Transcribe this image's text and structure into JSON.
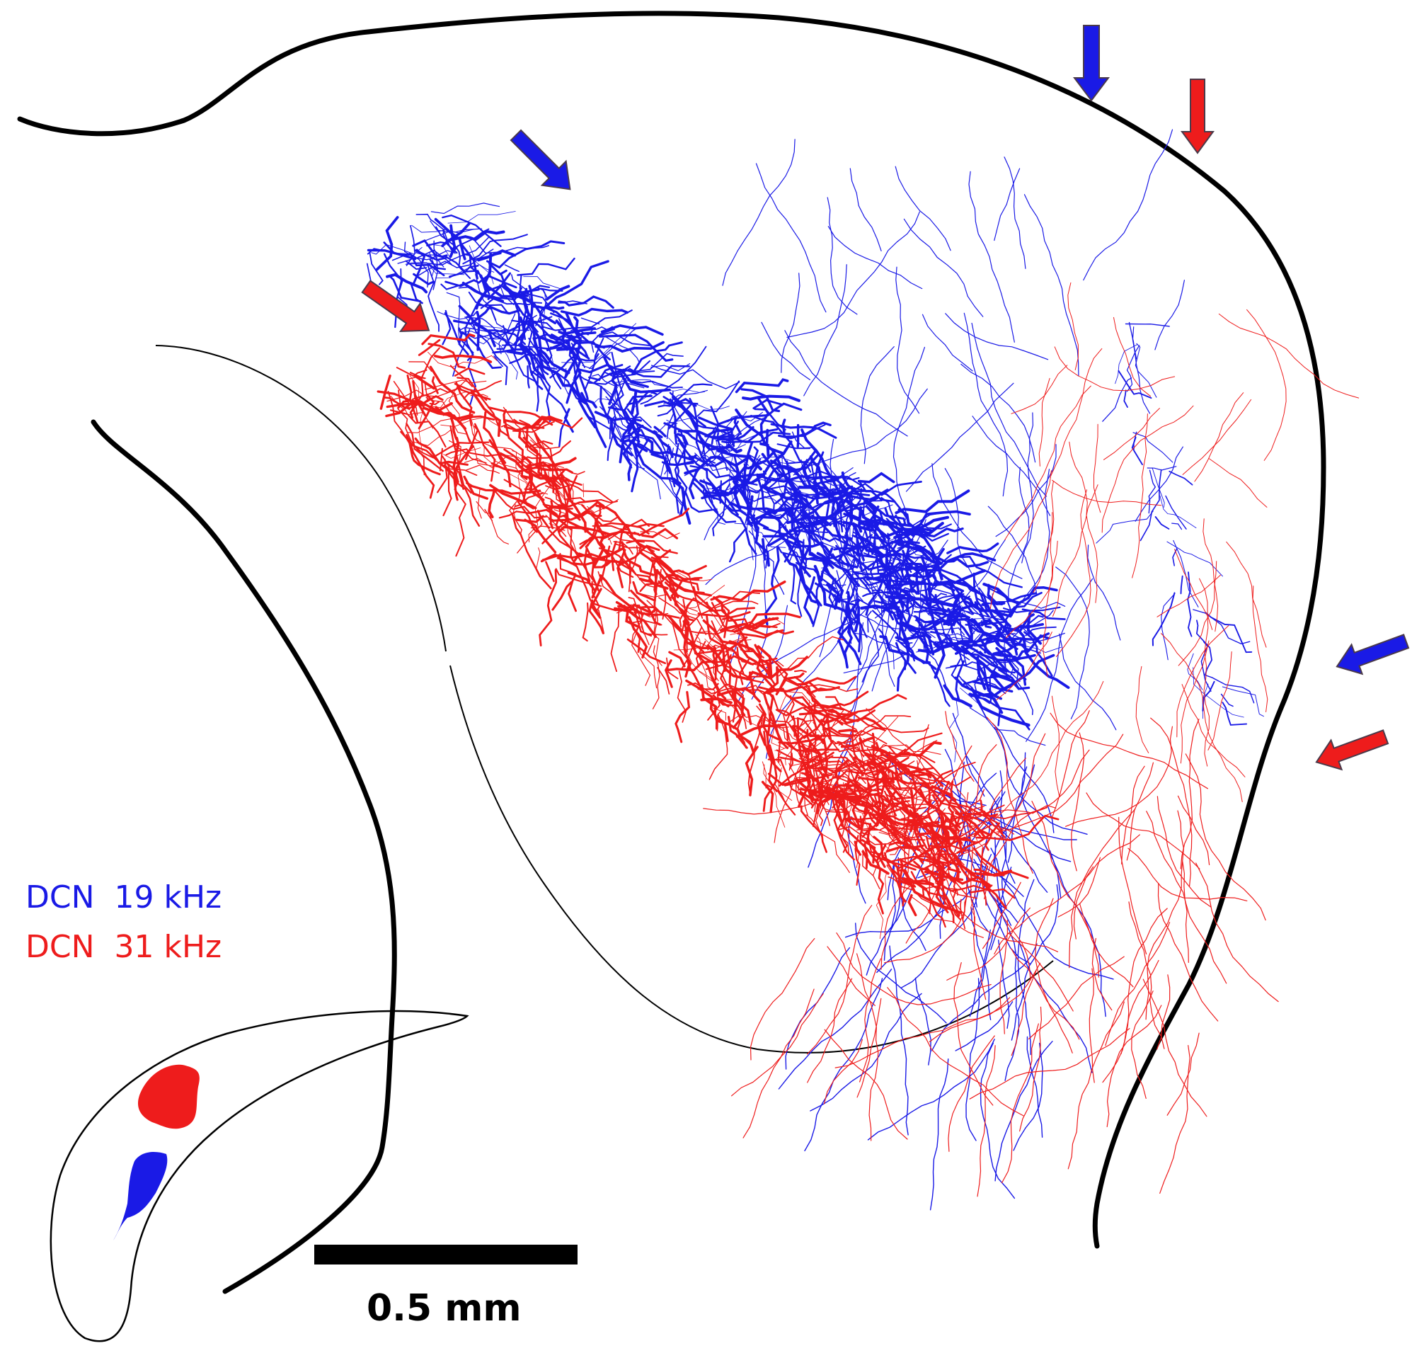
{
  "legend": {
    "entries": [
      {
        "region": "DCN",
        "frequency": "19 kHz",
        "color": "#1a1ae6"
      },
      {
        "region": "DCN",
        "frequency": "31 kHz",
        "color": "#ee1c1c"
      }
    ]
  },
  "scale_bar": {
    "label": "0.5 mm"
  },
  "colors": {
    "blue_projection": "#1a1ae6",
    "red_projection": "#ee1c1c",
    "outline": "#000000",
    "blue_arrow": "#1a1ae6",
    "red_arrow": "#ee1c1c",
    "background": "#ffffff"
  },
  "arrows": [
    {
      "color": "blue",
      "icon": "arrow-down-right"
    },
    {
      "color": "blue",
      "icon": "arrow-down"
    },
    {
      "color": "red",
      "icon": "arrow-down"
    },
    {
      "color": "red",
      "icon": "arrow-down-right"
    },
    {
      "color": "blue",
      "icon": "arrow-left"
    },
    {
      "color": "red",
      "icon": "arrow-left"
    }
  ]
}
